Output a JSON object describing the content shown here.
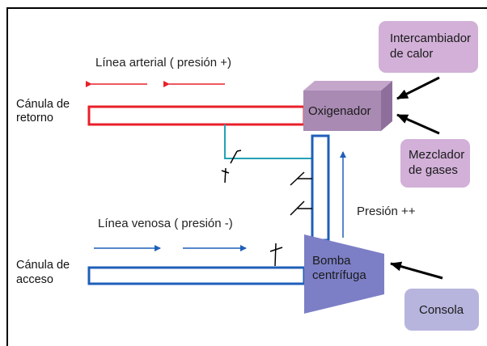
{
  "colors": {
    "arterial_red": "#e8202a",
    "venous_blue": "#1f5fb8",
    "cyan_line": "#22a3b5",
    "oxigenador_front": "#a98ab3",
    "oxigenador_top": "#c4a6cb",
    "oxigenador_side": "#8e6f9c",
    "pump_fill": "#7c7fc6",
    "lilac_box": "#d2b0d8",
    "consola_box": "#b7b5de"
  },
  "labels": {
    "arterial_line": "Línea arterial ( presión +)",
    "venous_line": "Línea venosa ( presión -)",
    "return_cannula": [
      "Cánula de",
      "retorno"
    ],
    "access_cannula": [
      "Cánula de",
      "acceso"
    ],
    "oxygenator": "Oxigenador",
    "pump": [
      "Bomba",
      "centrífuga"
    ],
    "pressure": "Presión ++",
    "heat_exchanger": [
      "Intercambiador",
      "de calor"
    ],
    "gas_mixer": [
      "Mezclador",
      "de gases"
    ],
    "console": "Consola"
  }
}
